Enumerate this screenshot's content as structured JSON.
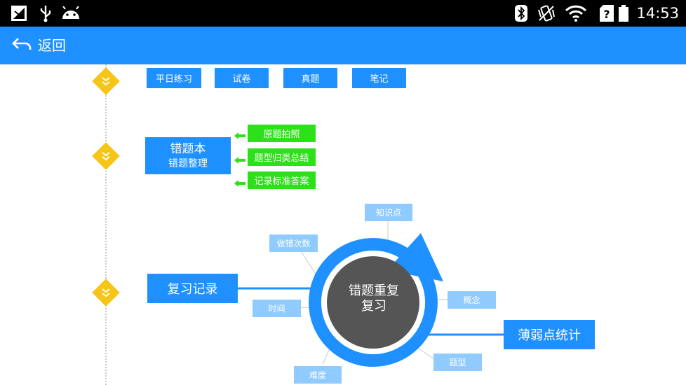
{
  "status_bar": {
    "time": "14:53",
    "left_icons": [
      "signal-off-icon",
      "usb-icon",
      "android-icon"
    ],
    "right_icons": [
      "bluetooth-icon",
      "vibrate-icon",
      "wifi-icon",
      "sim-question-icon",
      "battery-icon"
    ]
  },
  "app_bar": {
    "back_label": "返回",
    "color": "#1e90ff"
  },
  "section1": {
    "buttons": [
      "平日练习",
      "试卷",
      "真题",
      "笔记"
    ]
  },
  "section2": {
    "title_line1": "错题本",
    "title_line2": "错题整理",
    "actions": [
      "原题拍照",
      "题型归类总结",
      "记录标准答案"
    ]
  },
  "section3": {
    "review_label": "复习记录",
    "center_line1": "错题重复",
    "center_line2": "复习",
    "factors": {
      "knowledge": "知识点",
      "error_count": "做错次数",
      "concept": "概念",
      "time": "时间",
      "question_type": "题型",
      "difficulty": "难度"
    },
    "weak_stats": "薄弱点统计"
  },
  "colors": {
    "accent_blue": "#1e90ff",
    "green": "#2ee01a",
    "light_blue": "#8fcbff",
    "diamond_yellow": "#f5c518",
    "center_gray": "#555555"
  }
}
